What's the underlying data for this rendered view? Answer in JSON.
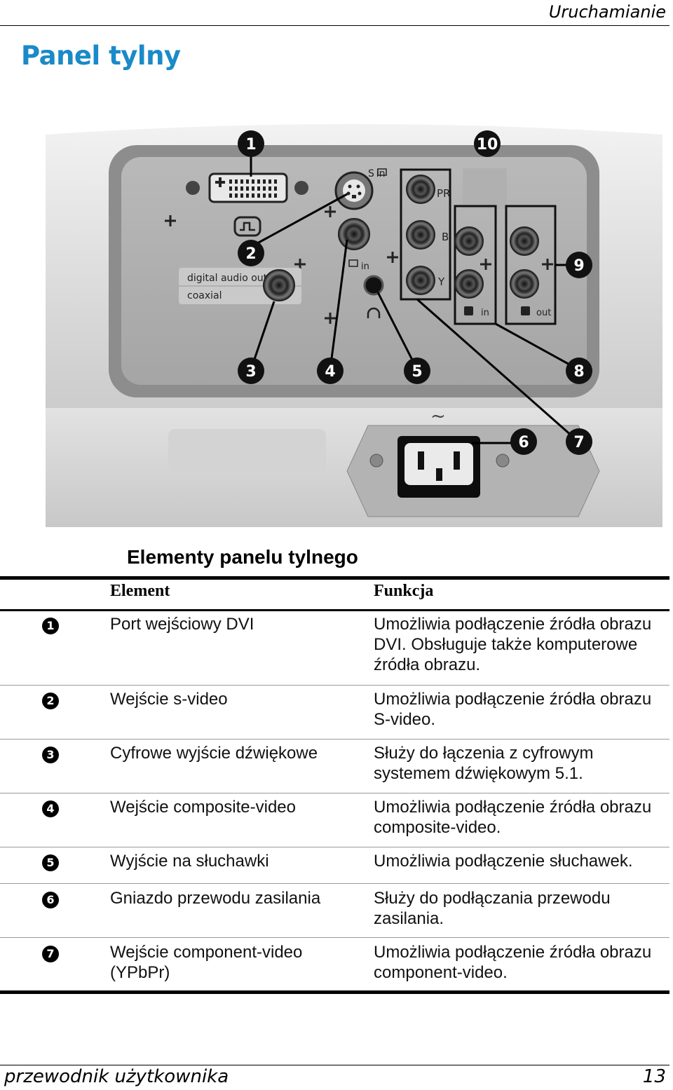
{
  "header": {
    "section": "Uruchamianie"
  },
  "page": {
    "title": "Panel tylny"
  },
  "figure": {
    "labels": {
      "digital_audio_out": "digital audio out",
      "coaxial": "coaxial",
      "svideo_in": "S in",
      "composite_in": "in",
      "pr": "PR",
      "pb": "B",
      "y": "Y",
      "audio_in": "in",
      "audio_out": "out",
      "ac": "~"
    },
    "callouts": [
      "1",
      "2",
      "3",
      "4",
      "5",
      "6",
      "7",
      "8",
      "9",
      "10"
    ]
  },
  "table": {
    "title": "Elementy panelu tylnego",
    "headers": {
      "element": "Element",
      "function": "Funkcja"
    },
    "rows": [
      {
        "num": "1",
        "element": "Port wejściowy DVI",
        "function": "Umożliwia podłączenie źródła obrazu DVI. Obsługuje także komputerowe źródła obrazu."
      },
      {
        "num": "2",
        "element": "Wejście s-video",
        "function": "Umożliwia podłączenie źródła obrazu S-video."
      },
      {
        "num": "3",
        "element": "Cyfrowe wyjście dźwiękowe",
        "function": "Służy do łączenia z cyfrowym systemem dźwiękowym 5.1."
      },
      {
        "num": "4",
        "element": "Wejście composite-video",
        "function": "Umożliwia podłączenie źródła obrazu composite-video."
      },
      {
        "num": "5",
        "element": "Wyjście na słuchawki",
        "function": "Umożliwia podłączenie słuchawek."
      },
      {
        "num": "6",
        "element": "Gniazdo przewodu zasilania",
        "function": "Służy do podłączania przewodu zasilania."
      },
      {
        "num": "7",
        "element": "Wejście component-video (YPbPr)",
        "function": "Umożliwia podłączenie źródła obrazu component-video."
      }
    ]
  },
  "footer": {
    "left": "przewodnik użytkownika",
    "page_number": "13"
  }
}
